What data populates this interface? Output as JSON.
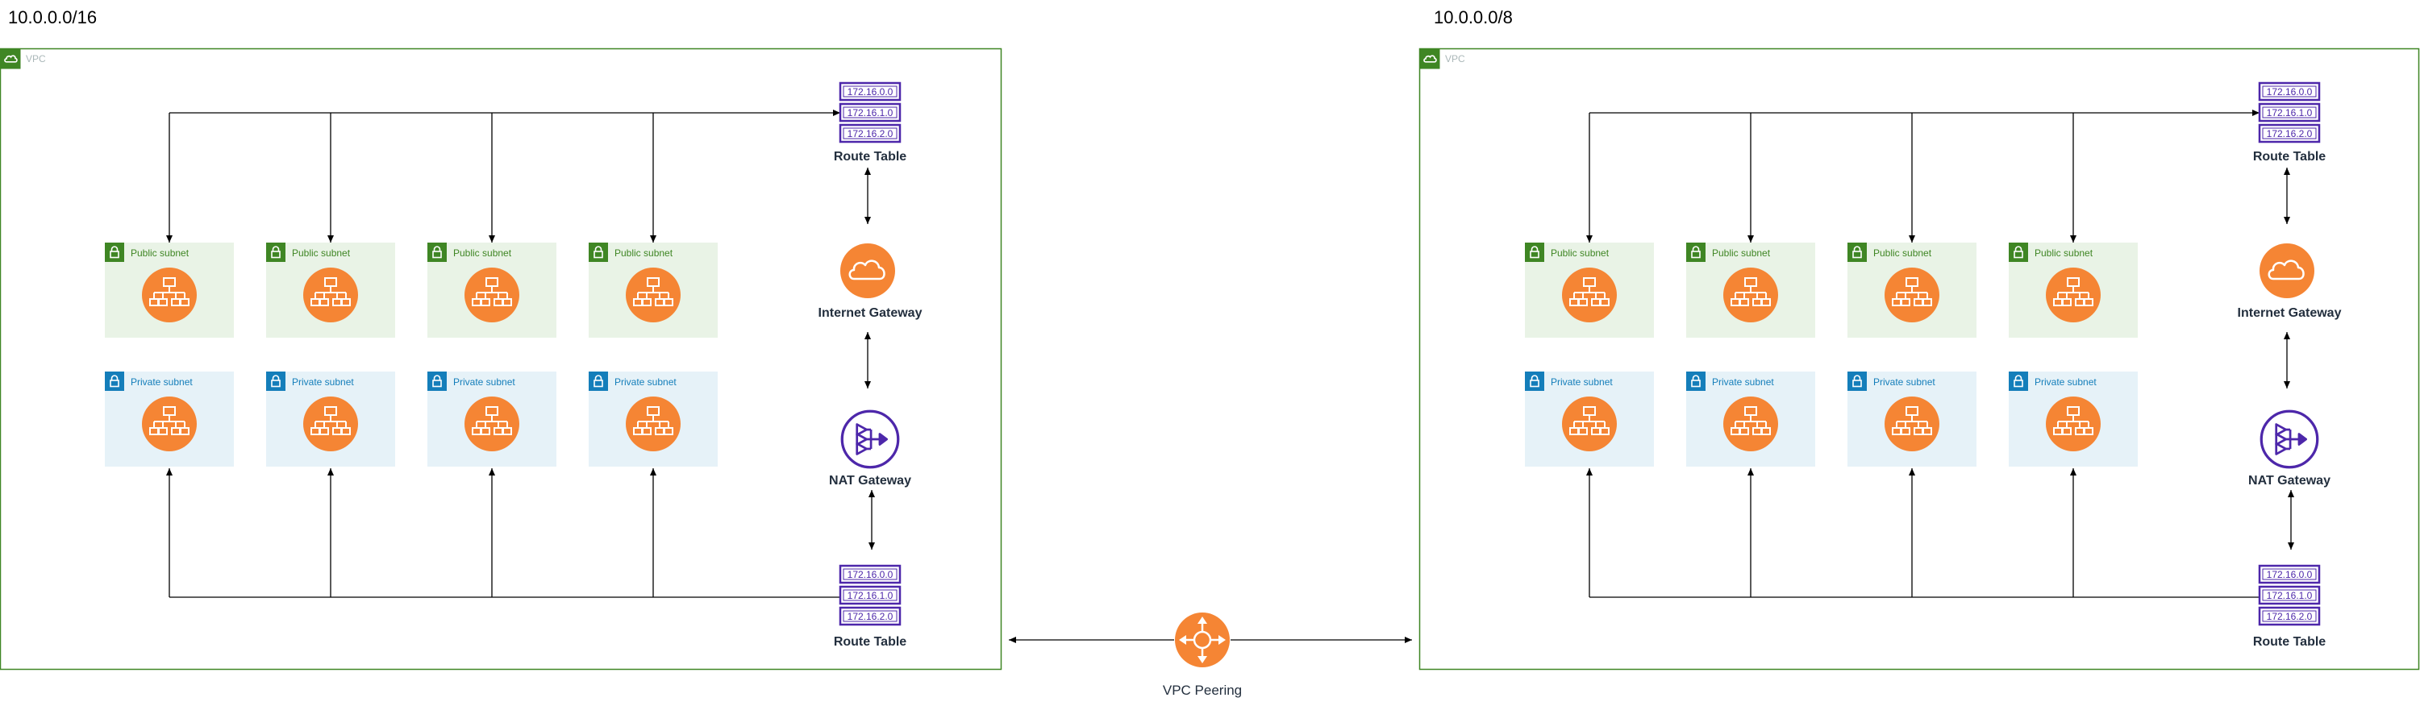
{
  "colors": {
    "vpc_border": "#3f8624",
    "public_fill": "#e9f3e6",
    "public_accent": "#3f8624",
    "private_fill": "#e6f2f8",
    "private_accent": "#147eba",
    "orange": "#f58534",
    "purple": "#4d27aa",
    "line": "#000000",
    "vpc_label": "#aab7b8"
  },
  "left_vpc": {
    "cidr": "10.0.0.0/16",
    "vpc_label": "VPC",
    "public_subnets": [
      "Public subnet",
      "Public subnet",
      "Public subnet",
      "Public subnet"
    ],
    "private_subnets": [
      "Private subnet",
      "Private subnet",
      "Private subnet",
      "Private subnet"
    ],
    "top_route_table": {
      "routes": [
        "172.16.0.0",
        "172.16.1.0",
        "172.16.2.0"
      ],
      "label": "Route Table"
    },
    "internet_gateway": "Internet Gateway",
    "nat_gateway": "NAT Gateway",
    "bottom_route_table": {
      "routes": [
        "172.16.0.0",
        "172.16.1.0",
        "172.16.2.0"
      ],
      "label": "Route Table"
    }
  },
  "right_vpc": {
    "cidr": "10.0.0.0/8",
    "vpc_label": "VPC",
    "public_subnets": [
      "Public subnet",
      "Public subnet",
      "Public subnet",
      "Public subnet"
    ],
    "private_subnets": [
      "Private subnet",
      "Private subnet",
      "Private subnet",
      "Private subnet"
    ],
    "top_route_table": {
      "routes": [
        "172.16.0.0",
        "172.16.1.0",
        "172.16.2.0"
      ],
      "label": "Route Table"
    },
    "internet_gateway": "Internet Gateway",
    "nat_gateway": "NAT Gateway",
    "bottom_route_table": {
      "routes": [
        "172.16.0.0",
        "172.16.1.0",
        "172.16.2.0"
      ],
      "label": "Route Table"
    }
  },
  "peering": {
    "label": "VPC Peering"
  },
  "icons": {
    "vpc": "cloud-icon",
    "subnet": "lock-icon",
    "subnet_resource": "hierarchy-network-icon",
    "internet_gateway": "cloud-icon",
    "nat_gateway": "nat-gateway-icon",
    "peering": "peering-router-icon"
  }
}
